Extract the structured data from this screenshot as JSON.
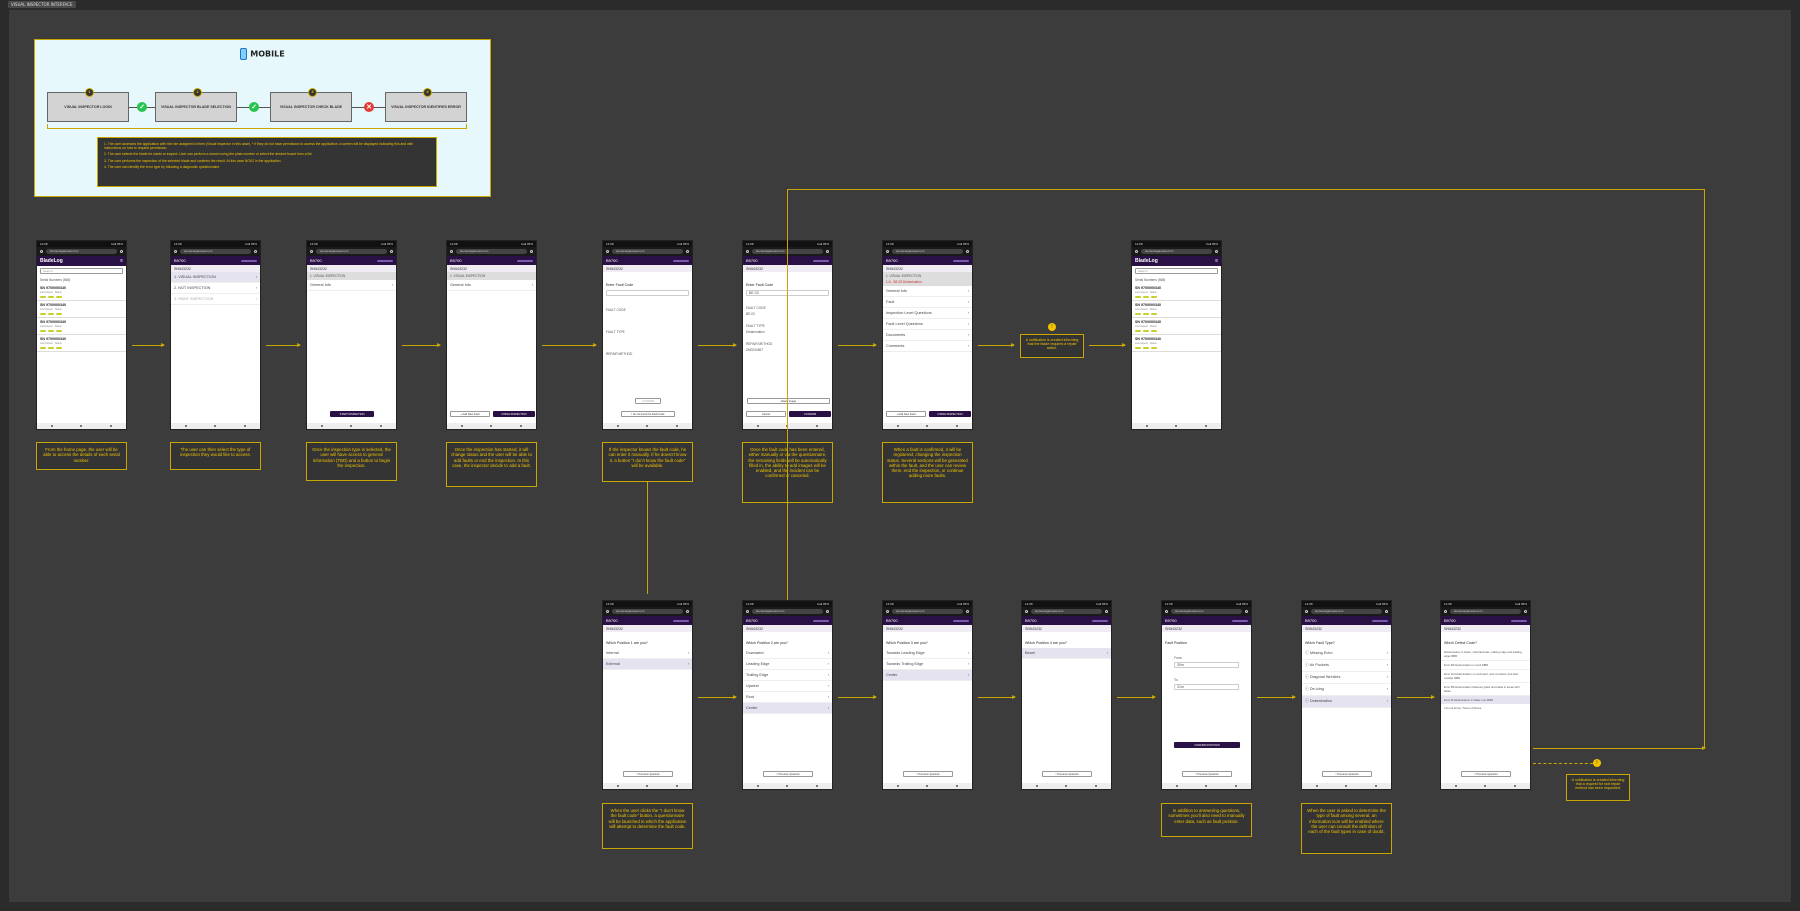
{
  "frame_tag": "VISUAL INSPECTOR INTERFACE",
  "mobile": {
    "title": "MOBILE",
    "steps": [
      {
        "num": "1",
        "label": "VISUAL INSPECTOR LOGIN"
      },
      {
        "num": "2",
        "label": "VISUAL INSPECTOR BLADE SELECTION"
      },
      {
        "num": "3",
        "label": "VISUAL INSPECTOR CHECK BLADE"
      },
      {
        "num": "4",
        "label": "VISUAL INSPECTOR IDENTIFIES ERROR"
      }
    ],
    "notes": [
      "1. The user accesses the application with the role assigned to them (Visual Inspector in this case). * If they do not have permission to access the application, a screen will be displayed indicating this and with instructions on how to request permission.",
      "2. The user selects the blade he wants to inspect. User can perform a search using the plate number or select the desired board from a list.",
      "3. The user performs the inspection of the selected blade and confirms the result. At this case NOK2 in the application.",
      "4. The user can identify the error type by following a diagnostic questionnaire."
    ]
  },
  "phone_common": {
    "time": "12:08",
    "battery": "Call 95%",
    "url": "siemensgamesa.com",
    "blade_id": "B9700",
    "serial": "SN543232",
    "logo": "BladeLog",
    "search_placeholder": "Search",
    "serial_list_label": "Serial Numbers (568)",
    "sn_item": "SN 9700000340",
    "sn_meta": "Last inspect · Status",
    "prev_question": "< Previous Question"
  },
  "screens_top": {
    "s2": {
      "items": [
        "1. VISUAL INSPECTION",
        "2. NOT INSPECTION",
        "3. PAINT INSPECTION"
      ]
    },
    "s3": {
      "tag": "1. VISUAL INSPECTION",
      "row": "General Info",
      "btn": "START INSPECTION"
    },
    "s4": {
      "tag": "1. VISUAL INSPECTION",
      "row": "General Info",
      "btn_a": "+ Add New Fault",
      "btn_b": "FINISH INSPECTION"
    },
    "s5": {
      "label": "Enter Fault Code",
      "rows": [
        "FAULT CODE",
        "FAULT TYPE",
        "REPAIR METHOD"
      ],
      "btn_a": "CONFIRM",
      "btn_b": "I do not know the Fault Code"
    },
    "s6": {
      "label": "Enter Fault Code",
      "value": "BE.03",
      "rows": [
        {
          "k": "FAULT CODE",
          "v": "BE.03"
        },
        {
          "k": "FAULT TYPE",
          "v": "Delamination"
        },
        {
          "k": "REPAIR METHOD",
          "v": "ZM0234567"
        }
      ],
      "attach": "Attach Image",
      "cancel": "Cancel",
      "confirm": "CONFIRM"
    },
    "s7": {
      "tag": "1. VISUAL INSPECTION",
      "sub": "1.A - BE.03 Delamination",
      "rows": [
        "General Info",
        "Fault",
        "Inspection Level Questions",
        "Fault Level Questions",
        "Documents",
        "Comments"
      ],
      "btn_a": "+ Add New Fault",
      "btn_b": "FINISH INSPECTION"
    }
  },
  "screens_bottom": {
    "b1": {
      "q": "Which Position 1 are you?",
      "opts": [
        "Internal",
        "External"
      ]
    },
    "b2": {
      "q": "Which Position 2 are you?",
      "opts": [
        "Downwind",
        "Leading Edge",
        "Trailing Edge",
        "Upwind",
        "Root",
        "Center"
      ]
    },
    "b3": {
      "q": "Which Position 3 are you?",
      "opts": [
        "Towards Leading Edge",
        "Towards Trailing Edge",
        "Center"
      ]
    },
    "b4": {
      "q": "Which Position 4 are you?",
      "opts": [
        "Beam"
      ]
    },
    "b5": {
      "q": "Fault Position",
      "from_label": "From:",
      "from_val": "30m",
      "to_label": "To:",
      "to_val": "31m",
      "btn": "CONFIRM POSITION"
    },
    "b6": {
      "q": "Which Fault Type?",
      "opts": [
        "Missing Echo",
        "Air Pockets",
        "Diagonal Wrinkles",
        "De-icing",
        "Delamination"
      ]
    },
    "b7": {
      "q": "Which Defect Code?",
      "opts": [
        "Delamination in beam, shell laminate, trailing edge and leading edge MBR",
        "Error B4 Delamination on web MBR",
        "Error D3 Delamination on web start, web curvature and web overlap MBR",
        "Error B6 Delamination between glass and balsa in areas with balsa",
        "Error B Delamination in blade root MBR",
        "I do not know / None of Above"
      ]
    }
  },
  "captions": {
    "c1": "From the home page, the user will be able to access the details of each serial number.",
    "c2": "The user can then select the type of inspection they would like to access.",
    "c3": "Once the inspection type is selected, the user will have access to general information (TBD) and a button to begin the inspection.",
    "c4": "Once the inspection has started, it will change status and the user will be able to add faults or end the inspection. In this case, the inspector decide to add a fault.",
    "c5": "If the inspector knows the fault code, he can enter it manually. If he doesn't know it, a button \"I don't know the fault code\" will be available.",
    "c6": "Once the fault code has been entered, either manually or via the questionnaire, the remaining fields will be automatically filled in, the ability to add images will be enabled, and the incident can be confirmed or canceled.",
    "c7": "When a fault is confirmed, it will be registered, changing the inspection status. Several sections will be generated within the fault, and the user can review them, end the inspection, or continue adding more faults.",
    "c8": "A notification is created informing that the blade requires a repair action.",
    "c9": "When the user clicks the \"I don't know the fault code\" button, a questionnaire will be launched in which the application will attempt to determine the fault code.",
    "c10": "In addition to answering questions, sometimes you'll also need to manually enter data, such as fault position.",
    "c11": "When the user is asked to determine the type of fault among several, an information icon will be enabled where the user can consult the definition of each of the fault types in case of doubt.",
    "c12": "A notification is created informing that a request for root repair method has been requested."
  },
  "colors": {
    "accent": "#f2c300",
    "brand": "#2a1145",
    "board": "#3c3c3c"
  }
}
